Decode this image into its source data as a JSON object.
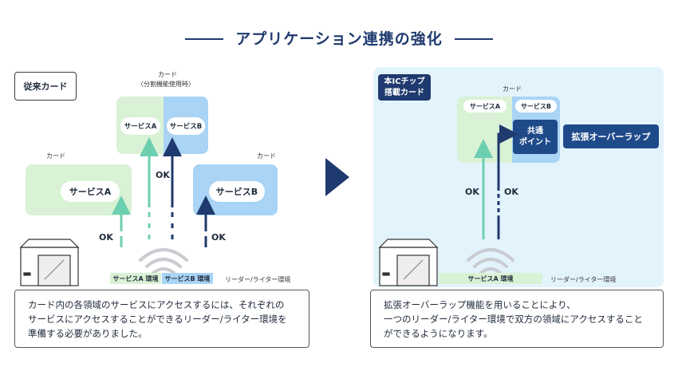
{
  "title": "アプリケーション連携の強化",
  "left": {
    "label": "従来カード",
    "card_label_top": "カード",
    "card_label_top_sub": "〈分割機能使用時〉",
    "top_service_a": "サービスA",
    "top_service_b": "サービスB",
    "card_label_left": "カード",
    "left_service": "サービスA",
    "card_label_right": "カード",
    "right_service": "サービスB",
    "ok_left": "OK",
    "ok_center": "OK",
    "ok_right": "OK",
    "env_a": "サービスA 環境",
    "env_b": "サービスB 環境",
    "env_caption": "リーダー/ライター環境",
    "description": [
      "カード内の各領域のサービスにアクセスするには、それぞれの",
      "サービスにアクセスすることができるリーダー/ライター環境を",
      "準備する必要がありました。"
    ]
  },
  "right": {
    "label_line1": "本ICチップ",
    "label_line2": "搭載カード",
    "card_label": "カード",
    "service_a": "サービスA",
    "service_b": "サービスB",
    "shared_point_line1": "共通",
    "shared_point_line2": "ポイント",
    "extended_overlap": "拡張オーバーラップ",
    "ok_1": "OK",
    "ok_2": "OK",
    "env_a": "サービスA 環境",
    "env_caption": "リーダー/ライター環境",
    "description": [
      "拡張オーバーラップ機能を用いることにより、",
      "一つのリーダー/ライター環境で双方の領域にアクセスすること",
      "ができるようになります。"
    ]
  },
  "colors": {
    "navy": "#1f3a6e",
    "green_arrow": "#7fd3b4",
    "service_a_bg": "#d9f2d5",
    "service_b_bg": "#a9d4f5",
    "panel_bg": "#e3f3fc"
  }
}
